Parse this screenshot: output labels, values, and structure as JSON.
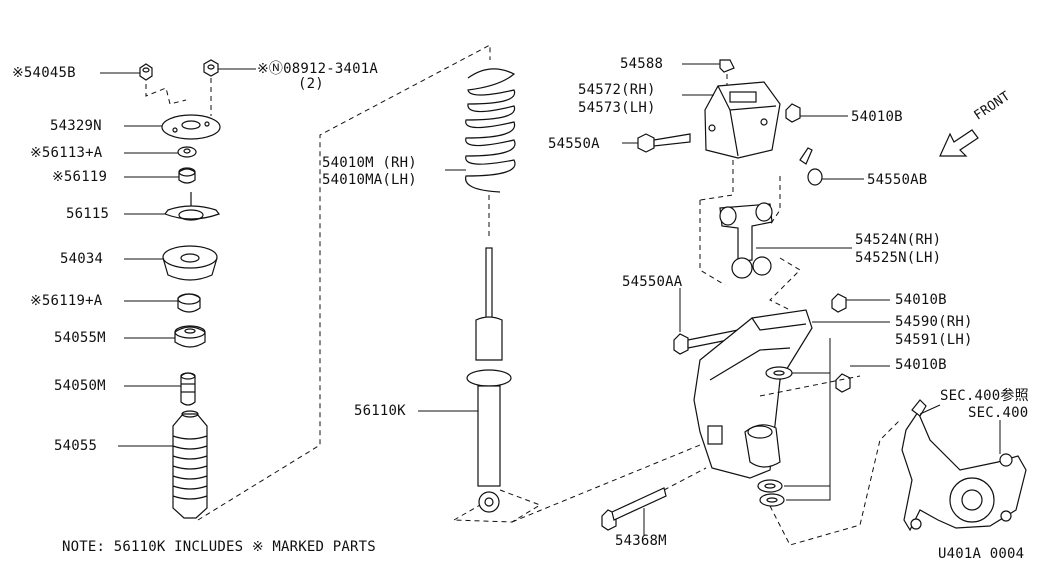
{
  "labels": {
    "p54045b": "※54045B",
    "p08912": "※Ⓝ08912-3401A",
    "p08912_qty": "(2)",
    "p54329n": "54329N",
    "p56113a": "※56113+A",
    "p56119": "※56119",
    "p56115": "56115",
    "p54034": "54034",
    "p56119a": "※56119+A",
    "p54055m": "54055M",
    "p54050m": "54050M",
    "p54055": "54055",
    "p54010m_rh": "54010M (RH)",
    "p54010ma_lh": "54010MA(LH)",
    "p56110k": "56110K",
    "p54588": "54588",
    "p54572_rh": "54572(RH)",
    "p54573_lh": "54573(LH)",
    "p54550a": "54550A",
    "p54010b_1": "54010B",
    "p54550ab": "54550AB",
    "p54524n_rh": "54524N(RH)",
    "p54525n_lh": "54525N(LH)",
    "p54550aa": "54550AA",
    "p54010b_2": "54010B",
    "p54590_rh": "54590(RH)",
    "p54591_lh": "54591(LH)",
    "p54010b_3": "54010B",
    "p54368m": "54368M",
    "sec400_ref": "SEC.400参照",
    "sec400": "SEC.400",
    "front": "FRONT",
    "note": "NOTE: 56110K INCLUDES ※ MARKED PARTS",
    "diagram_id": "U401A 0004"
  }
}
